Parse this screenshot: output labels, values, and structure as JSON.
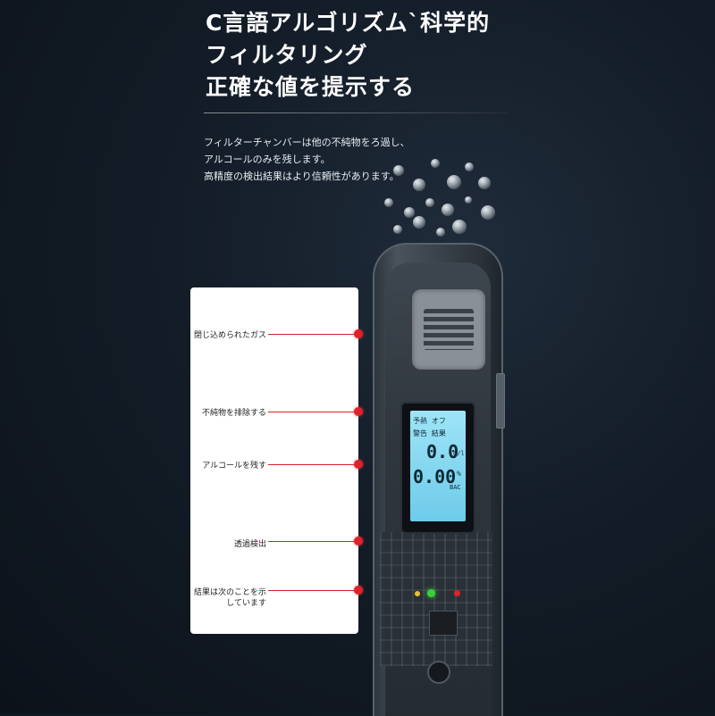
{
  "headline": {
    "line1": "C言語アルゴリズム`科学的",
    "line2": "フィルタリング",
    "line3": "正確な値を提示する"
  },
  "description": {
    "line1": "フィルターチャンバーは他の不純物をろ過し、",
    "line2": "アルコールのみを残します。",
    "line3": "高精度の検出結果はより信頼性があります。"
  },
  "callouts": [
    {
      "label": "閉じ込められたガス"
    },
    {
      "label": "不純物を排除する"
    },
    {
      "label": "アルコールを残す"
    },
    {
      "label": "透過検出"
    },
    {
      "label": "結果は次のことを示",
      "label2": "しています"
    }
  ],
  "device_screen": {
    "row1": "予熱 オフ",
    "row2": "警告 結果",
    "big_top": "0.0",
    "unit_top": "g/l",
    "big_bottom": "0.00",
    "unit_pct": "%",
    "unit_bac": "BAC"
  },
  "colors": {
    "background": "#101821",
    "accent_red": "#e0202a",
    "screen_blue": "#8ad8f0"
  }
}
